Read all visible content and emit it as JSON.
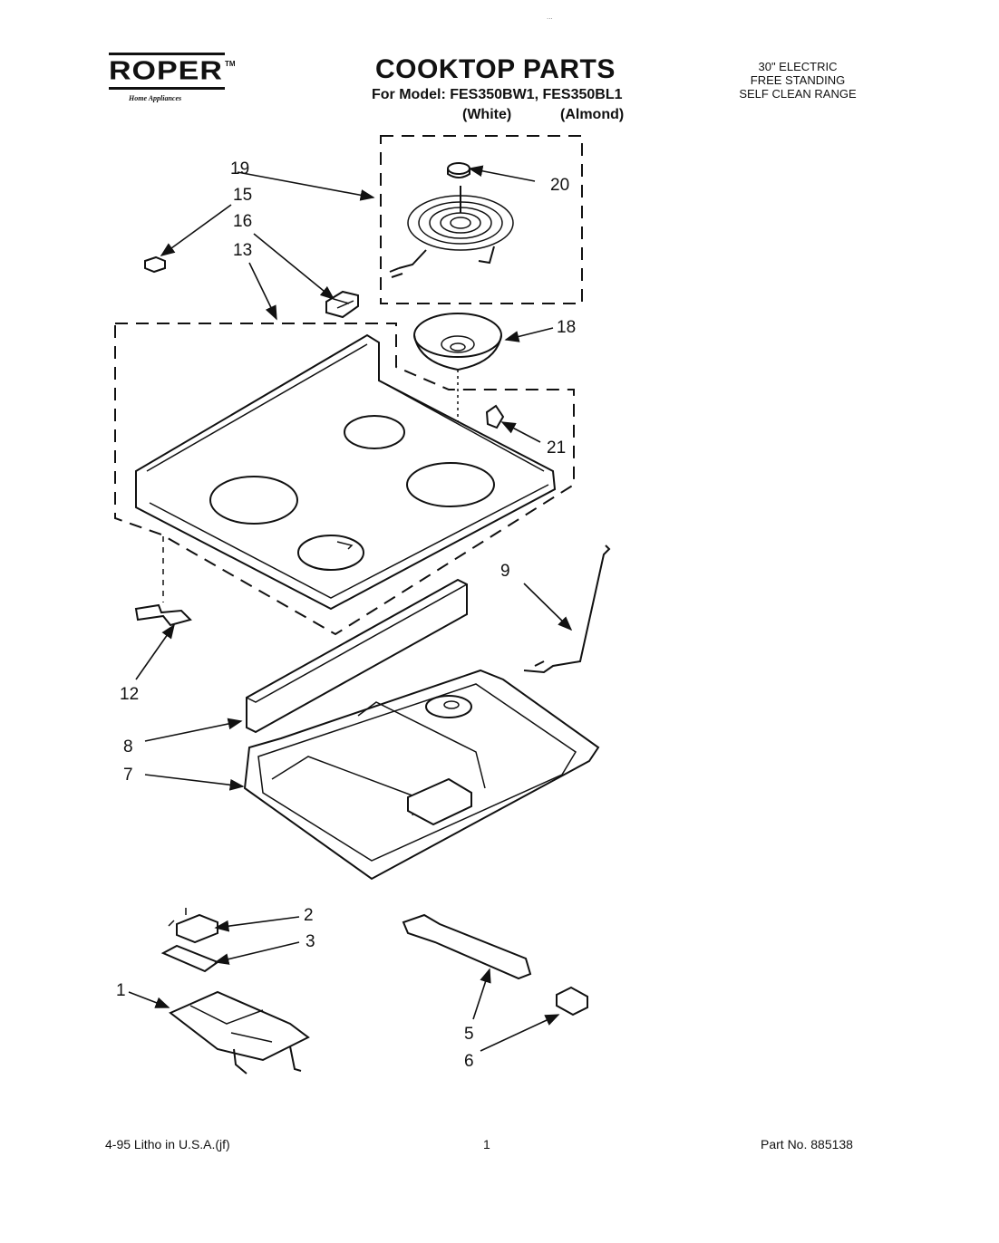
{
  "brand": {
    "logo_text": "ROPER",
    "trademark": "TM",
    "tagline": "Home Appliances"
  },
  "header": {
    "title": "COOKTOP PARTS",
    "model_line": "For Model: FES350BW1, FES350BL1",
    "variant_white": "(White)",
    "variant_almond": "(Almond)",
    "range_info": [
      "30\" ELECTRIC",
      "FREE STANDING",
      "SELF CLEAN RANGE"
    ]
  },
  "callouts": {
    "c1": "1",
    "c2": "2",
    "c3": "3",
    "c5": "5",
    "c6": "6",
    "c7": "7",
    "c8": "8",
    "c9": "9",
    "c12": "12",
    "c13": "13",
    "c15": "15",
    "c16": "16",
    "c18": "18",
    "c19": "19",
    "c20": "20",
    "c21": "21"
  },
  "footer": {
    "litho": "4-95 Litho in U.S.A.(jf)",
    "page": "1",
    "part_no": "Part No. 885138"
  },
  "marks": {
    "top_tick": "..."
  }
}
